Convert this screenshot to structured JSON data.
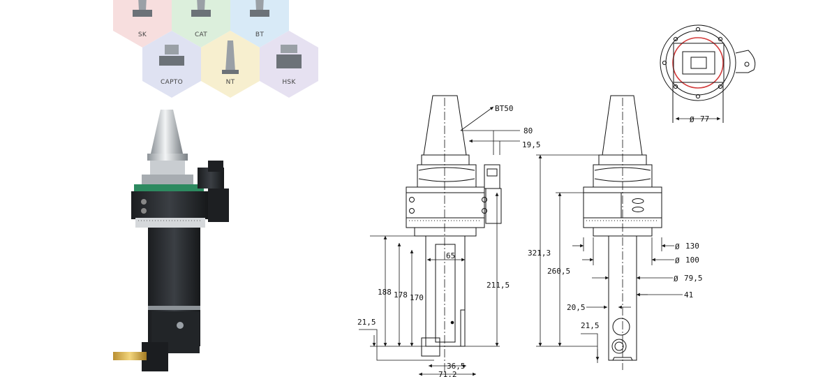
{
  "holder_types": [
    {
      "label": "SK",
      "color": "#f7dede"
    },
    {
      "label": "CAT",
      "color": "#dcefdc"
    },
    {
      "label": "BT",
      "color": "#d8eaf7"
    },
    {
      "label": "CAPTO",
      "color": "#dfe2f2"
    },
    {
      "label": "NT",
      "color": "#f7efcf"
    },
    {
      "label": "HSK",
      "color": "#e6e1f1"
    }
  ],
  "front_view": {
    "taper_label": "BT50",
    "dims": {
      "d80": "80",
      "d19_5": "19,5",
      "d65": "65",
      "d188": "188",
      "d178": "178",
      "d170": "170",
      "d211_5": "211,5",
      "d21_5": "21,5",
      "d36_5": "36,5",
      "d71_2": "71,2"
    }
  },
  "side_view": {
    "dims": {
      "d321_3": "321,3",
      "d260_5": "260,5",
      "d130": "130",
      "d100": "100",
      "d79_5": "79,5",
      "d41": "41",
      "d20_5": "20,5",
      "d21_5": "21,5"
    },
    "dia_symbol": "Ø"
  },
  "top_view": {
    "dims": {
      "d77": "77"
    },
    "dia_symbol": "Ø"
  },
  "colors": {
    "highlight": "#d23a3a",
    "line": "#111111"
  }
}
